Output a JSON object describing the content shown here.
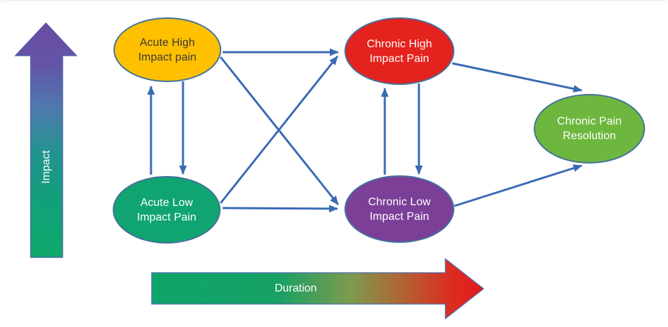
{
  "diagram": {
    "title_semantics": "Pain impact vs duration state diagram",
    "axes": {
      "impact_label": "Impact",
      "duration_label": "Duration",
      "impact_gradient": [
        "#6A4CA2",
        "#4E79AE",
        "#22948F",
        "#0FA86A"
      ],
      "duration_gradient": [
        "#0EA56B",
        "#7E9A4E",
        "#B55E31",
        "#E31A1C"
      ]
    },
    "nodes": {
      "acute_high": {
        "line1": "Acute High",
        "line2": "Impact pain",
        "color": "#FFC000",
        "text_color": "#3a3a3a"
      },
      "chronic_high": {
        "line1": "Chronic High",
        "line2": "Impact Pain",
        "color": "#E4221E",
        "text_color": "#ffffff"
      },
      "acute_low": {
        "line1": "Acute Low",
        "line2": "Impact Pain",
        "color": "#0FA470",
        "text_color": "#ffffff"
      },
      "chronic_low": {
        "line1": "Chronic Low",
        "line2": "Impact Pain",
        "color": "#7B3F98",
        "text_color": "#ffffff"
      },
      "resolution": {
        "line1": "Chronic Pain",
        "line2": "Resolution",
        "color": "#6EB73E",
        "text_color": "#ffffff"
      }
    },
    "connections": [
      "acute_high -> chronic_high",
      "acute_high -> chronic_low",
      "acute_high <-> acute_low",
      "acute_low -> chronic_high",
      "acute_low -> chronic_low",
      "chronic_high <-> chronic_low",
      "chronic_high -> resolution",
      "chronic_low -> resolution"
    ],
    "colors": {
      "connector_blue": "#3A6AB4",
      "ellipse_border": "#44719C"
    }
  }
}
